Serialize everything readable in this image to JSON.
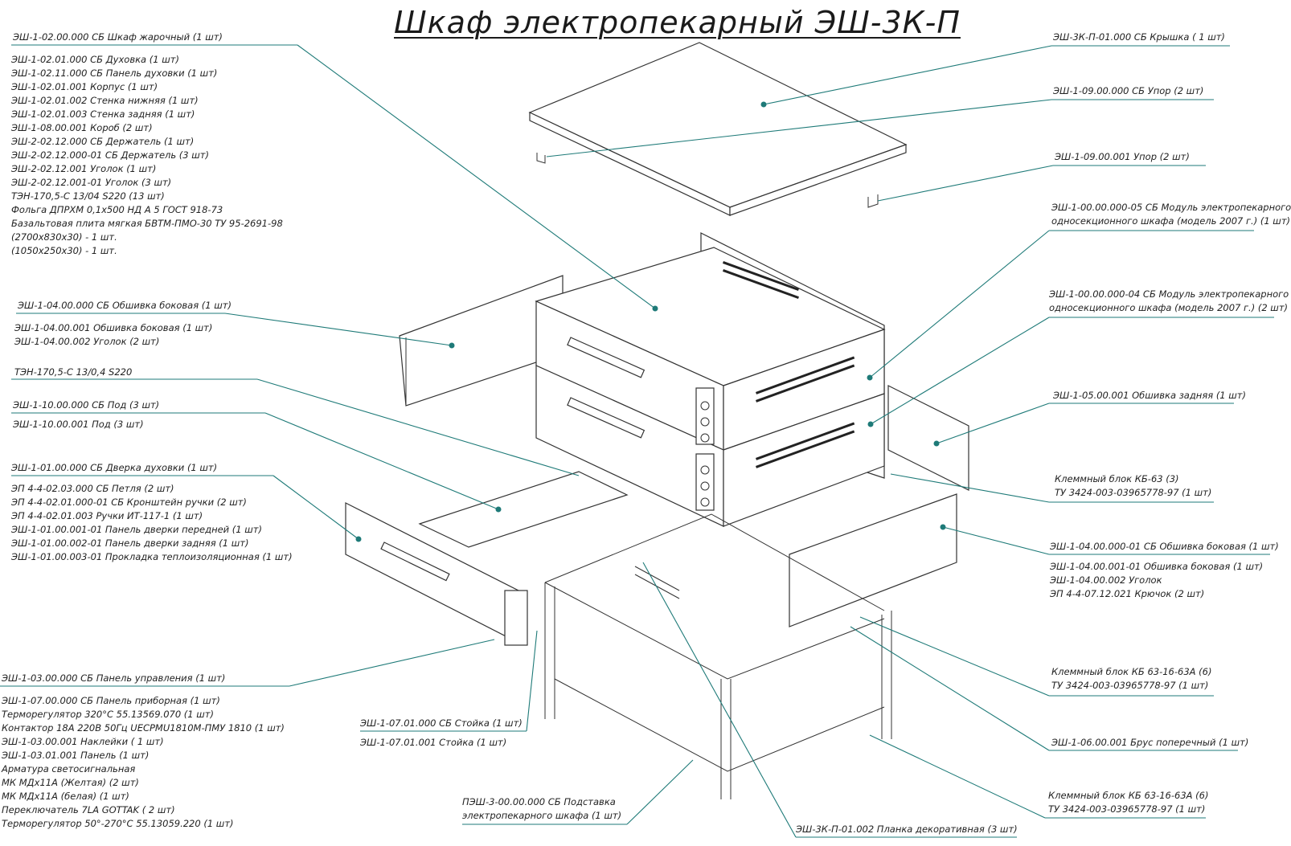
{
  "title": "Шкаф электропекарный ЭШ-3К-П",
  "left_groups": [
    {
      "head": "ЭШ-1-02.00.000 СБ Шкаф жарочный (1 шт)",
      "items": [
        "ЭШ-1-02.01.000 СБ Духовка (1 шт)",
        "ЭШ-1-02.11.000 СБ Панель духовки (1 шт)",
        "ЭШ-1-02.01.001 Корпус (1 шт)",
        "ЭШ-1-02.01.002 Стенка нижняя (1 шт)",
        "ЭШ-1-02.01.003 Стенка задняя (1 шт)",
        "ЭШ-1-08.00.001 Короб (2 шт)",
        "ЭШ-2-02.12.000 СБ Держатель (1 шт)",
        "ЭШ-2-02.12.000-01 СБ Держатель (3 шт)",
        "ЭШ-2-02.12.001 Уголок (1 шт)",
        "ЭШ-2-02.12.001-01 Уголок (3 шт)",
        "ТЭН-170,5-С 13/04 S220 (13 шт)",
        "Фольга ДПРХМ 0,1х500 НД А 5 ГОСТ 918-73",
        "Базальтовая плита мягкая БВТМ-ПМО-30 ТУ 95-2691-98",
        "(2700х830х30) - 1 шт.",
        "(1050х250х30) - 1 шт."
      ]
    },
    {
      "head": "ЭШ-1-04.00.000 СБ Обшивка боковая (1 шт)",
      "items": [
        "ЭШ-1-04.00.001 Обшивка боковая (1 шт)",
        "ЭШ-1-04.00.002 Уголок (2 шт)"
      ]
    },
    {
      "head": "ТЭН-170,5-С 13/0,4 S220",
      "items": []
    },
    {
      "head": "ЭШ-1-10.00.000 СБ Под (3 шт)",
      "items": [
        "ЭШ-1-10.00.001 Под (3 шт)"
      ]
    },
    {
      "head": "ЭШ-1-01.00.000 СБ Дверка духовки (1 шт)",
      "items": [
        "ЭП 4-4-02.03.000 СБ Петля (2 шт)",
        "ЭП 4-4-02.01.000-01 СБ Кронштейн ручки (2 шт)",
        "ЭП 4-4-02.01.003 Ручки ИТ-117-1 (1 шт)",
        "ЭШ-1-01.00.001-01 Панель дверки передней (1 шт)",
        "ЭШ-1-01.00.002-01 Панель дверки задняя (1 шт)",
        "ЭШ-1-01.00.003-01 Прокладка теплоизоляционная (1 шт)"
      ]
    },
    {
      "head": "ЭШ-1-03.00.000 СБ Панель управления (1 шт)",
      "items": [
        "ЭШ-1-07.00.000 СБ Панель приборная (1 шт)",
        "Терморегулятор 320°С 55.13569.070 (1 шт)",
        "Контактор 18А 220В 50Гц UECPMU1810M-ПМУ 1810 (1 шт)",
        "ЭШ-1-03.00.001  Наклейки ( 1 шт)",
        "ЭШ-1-03.01.001 Панель (1 шт)",
        "Арматура светосигнальная",
        "МК МДх11А (Желтая) (2 шт)",
        "МК МДх11А (белая) (1 шт)",
        "Переключатель 7LA GOTTAK ( 2 шт)",
        "Терморегулятор 50°-270°С 55.13059.220 (1 шт)"
      ]
    }
  ],
  "center_labels": [
    {
      "head": "ЭШ-1-07.01.000 СБ Стойка (1 шт)",
      "items": [
        "ЭШ-1-07.01.001 Стойка (1 шт)"
      ]
    },
    {
      "head": "ПЭШ-3-00.00.000 СБ Подставка",
      "items": [
        "электропекарного шкафа (1 шт)"
      ]
    },
    {
      "head": "ЭШ-3К-П-01.002  Планка декоративная (3 шт)",
      "items": []
    }
  ],
  "right_labels": [
    {
      "head": "ЭШ-3К-П-01.000 СБ Крышка ( 1 шт)",
      "items": []
    },
    {
      "head": "ЭШ-1-09.00.000 СБ Упор (2 шт)",
      "items": []
    },
    {
      "head": "ЭШ-1-09.00.001 Упор (2 шт)",
      "items": []
    },
    {
      "head": "ЭШ-1-00.00.000-05 СБ Модуль электропекарного",
      "items": [
        "односекционного шкафа (модель 2007 г.) (1 шт)"
      ]
    },
    {
      "head": "ЭШ-1-00.00.000-04 СБ Модуль электропекарного",
      "items": [
        "односекционного шкафа (модель 2007 г.) (2 шт)"
      ]
    },
    {
      "head": "ЭШ-1-05.00.001 Обшивка задняя (1 шт)",
      "items": []
    },
    {
      "head": "Клеммный блок КБ-63 (3)",
      "items": [
        "ТУ 3424-003-03965778-97 (1 шт)"
      ]
    },
    {
      "head": "ЭШ-1-04.00.000-01 СБ Обшивка боковая (1 шт)",
      "items": [
        "ЭШ-1-04.00.001-01 Обшивка боковая (1 шт)",
        "ЭШ-1-04.00.002 Уголок",
        "ЭП 4-4-07.12.021 Крючок (2 шт)"
      ]
    },
    {
      "head": "Клеммный блок КБ 63-16-63А (6)",
      "items": [
        "ТУ 3424-003-03965778-97 (1 шт)"
      ]
    },
    {
      "head": "ЭШ-1-06.00.001 Брус поперечный (1 шт)",
      "items": []
    },
    {
      "head": "Клеммный блок КБ 63-16-63А (6)",
      "items": [
        "ТУ 3424-003-03965778-97 (1 шт)"
      ]
    }
  ],
  "colors": {
    "leader": "#1e7a78",
    "line": "#333333"
  }
}
